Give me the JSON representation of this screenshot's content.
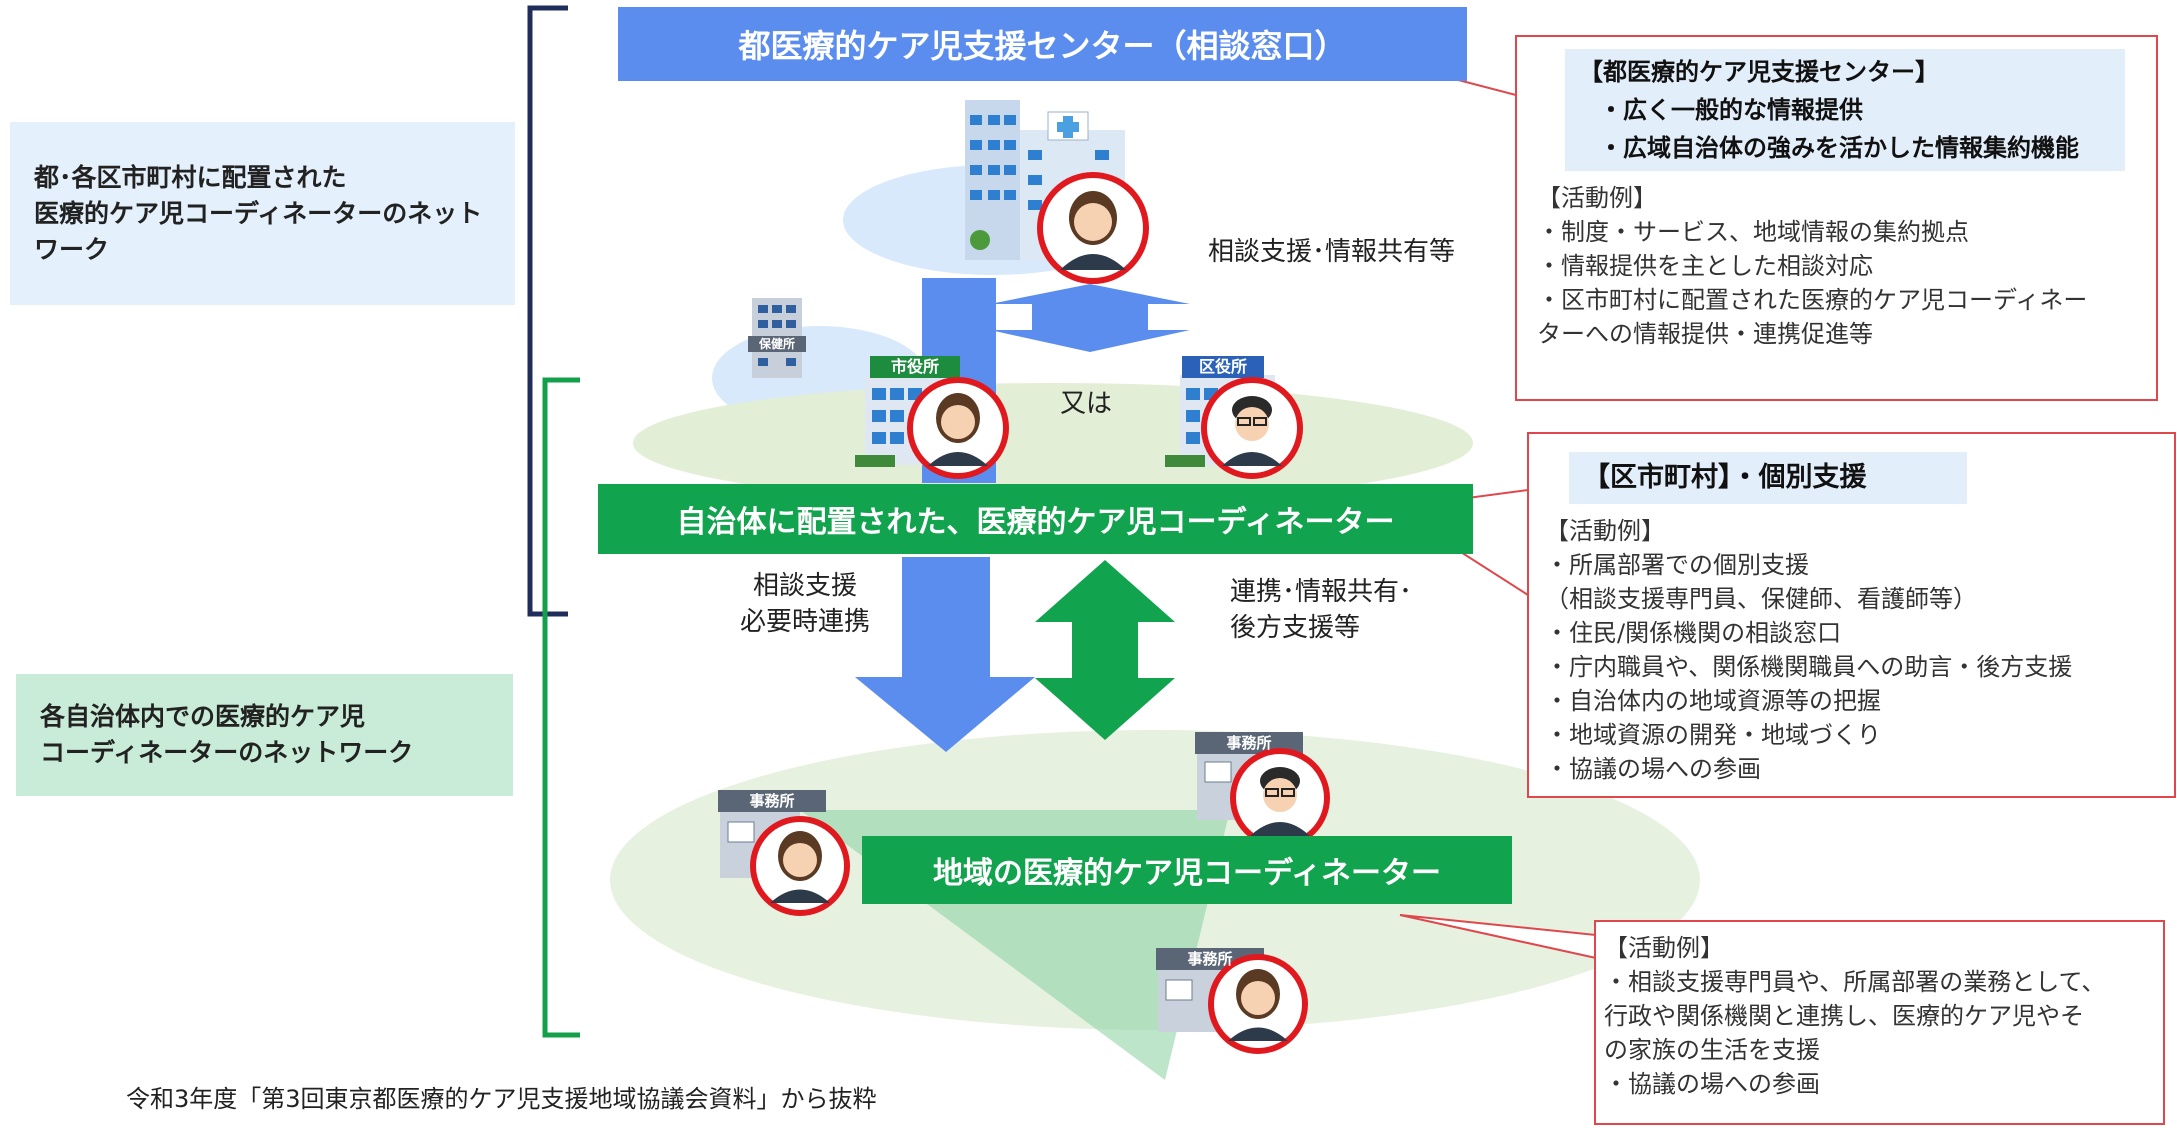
{
  "diagram": {
    "top_bar": "都医療的ケア児支援センター（相談窓口）",
    "middle_bar": "自治体に配置された、医療的ケア児コーディネーター",
    "bottom_bar": "地域の医療的ケア児コーディネーター",
    "label_consult_share": "相談支援･情報共有等",
    "label_or": "又は",
    "label_consult_lines": [
      "相談支援",
      "必要時連携"
    ],
    "label_coop_lines": [
      "連携･情報共有･",
      "後方支援等"
    ],
    "signs": {
      "health_center": "保健所",
      "city_office": "市役所",
      "ward_office": "区役所",
      "office": "事務所"
    }
  },
  "side": {
    "box1_lines": [
      "都･各区市町村に配置された",
      "医療的ケア児コーディネーターのネット",
      "ワーク"
    ],
    "box2_lines": [
      "各自治体内での医療的ケア児",
      "コーディネーターのネットワーク"
    ]
  },
  "callout1": {
    "header_lines": [
      "【都医療的ケア児支援センター】",
      "・広く一般的な情報提供",
      "・広域自治体の強みを活かした情報集約機能"
    ],
    "body_lines": [
      "【活動例】",
      "・制度・サービス、地域情報の集約拠点",
      "・情報提供を主とした相談対応",
      "・区市町村に配置された医療的ケア児コーディネー",
      "ターへの情報提供・連携促進等"
    ]
  },
  "callout2": {
    "header": "【区市町村】・個別支援",
    "body_lines": [
      "【活動例】",
      "・所属部署での個別支援",
      "（相談支援専門員、保健師、看護師等）",
      "・住民/関係機関の相談窓口",
      "・庁内職員や、関係機関職員への助言・後方支援",
      "・自治体内の地域資源等の把握",
      "・地域資源の開発・地域づくり",
      "・協議の場への参画"
    ]
  },
  "callout3": {
    "body_lines": [
      "【活動例】",
      "・相談支援専門員や、所属部署の業務として、",
      "行政や関係機関と連携し、医療的ケア児やそ",
      "の家族の生活を支援",
      "・協議の場への参画"
    ]
  },
  "footer": "令和3年度「第3回東京都医療的ケア児支援地域協議会資料」から抜粋",
  "colors": {
    "blue_bar": "#5b8def",
    "green_bar": "#12a34f",
    "red_circle": "#e0191f",
    "callout_border": "#e0474c",
    "navy_bracket": "#1f2d5a",
    "green_bracket": "#14a04a"
  }
}
